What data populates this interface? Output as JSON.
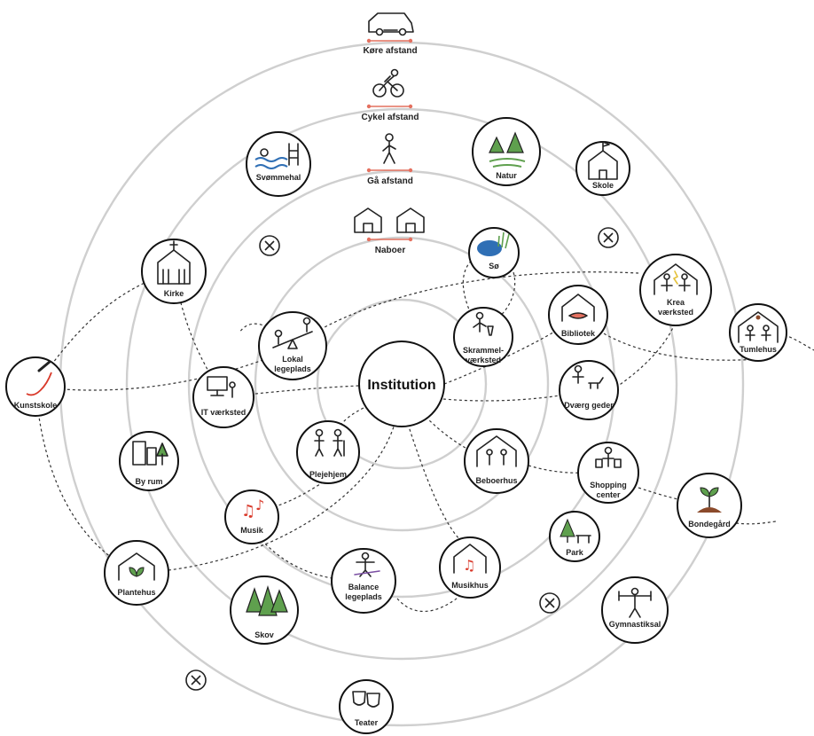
{
  "center": "Institution",
  "distances": {
    "drive": "Køre afstand",
    "bike": "Cykel afstand",
    "walk": "Gå afstand",
    "neighbors": "Naboer"
  },
  "places": {
    "svommehal": "Svømmehal",
    "natur": "Natur",
    "skole": "Skole",
    "so": "Sø",
    "krea_line1": "Krea",
    "krea_line2": "værksted",
    "kirke": "Kirke",
    "bibliotek": "Bibliotek",
    "tumlehus": "Tumlehus",
    "lokal_line1": "Lokal",
    "lokal_line2": "legeplads",
    "skrammel_line1": "Skrammel-",
    "skrammel_line2": "værksted",
    "kunstskole": "Kunstskole",
    "dvaerg": "Dværg geder",
    "it": "IT værksted",
    "byrum": "By rum",
    "plejehjem": "Plejehjem",
    "beboerhus": "Beboerhus",
    "shopping_line1": "Shopping",
    "shopping_line2": "center",
    "bondegard": "Bondegård",
    "musik": "Musik",
    "park": "Park",
    "plantehus": "Plantehus",
    "balance_line1": "Balance",
    "balance_line2": "legeplads",
    "musikhus": "Musikhus",
    "skov": "Skov",
    "gymnastiksal": "Gymnastiksal",
    "teater": "Teater"
  },
  "colors": {
    "ring": "#cfcfcf",
    "accent": "#e4705f",
    "tree": "#5fa04e",
    "water": "#2f6fb5",
    "music": "#d93a2b"
  }
}
